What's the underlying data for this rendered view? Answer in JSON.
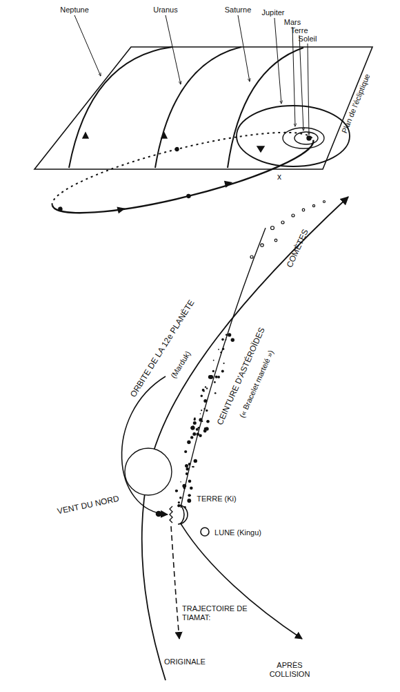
{
  "diagram": {
    "labels": [
      "Neptune",
      "Uranus",
      "Saturne",
      "Jupiter",
      "Mars",
      "Terre",
      "Soleil",
      "Plan de l'écliptique",
      "x",
      "ORBITE DE LA 12e PLANÈTE",
      "(Marduk)",
      "CEINTURE D'ASTÉROÏDES",
      "(« Bracelet martelé »)",
      "COMÈTES",
      "VENT DU NORD",
      "TERRE (Ki)",
      "LUNE (Kingu)",
      "TRAJECTOIRE DE TIAMAT:",
      "ORIGINALE",
      "APRÈS COLLISION"
    ]
  }
}
